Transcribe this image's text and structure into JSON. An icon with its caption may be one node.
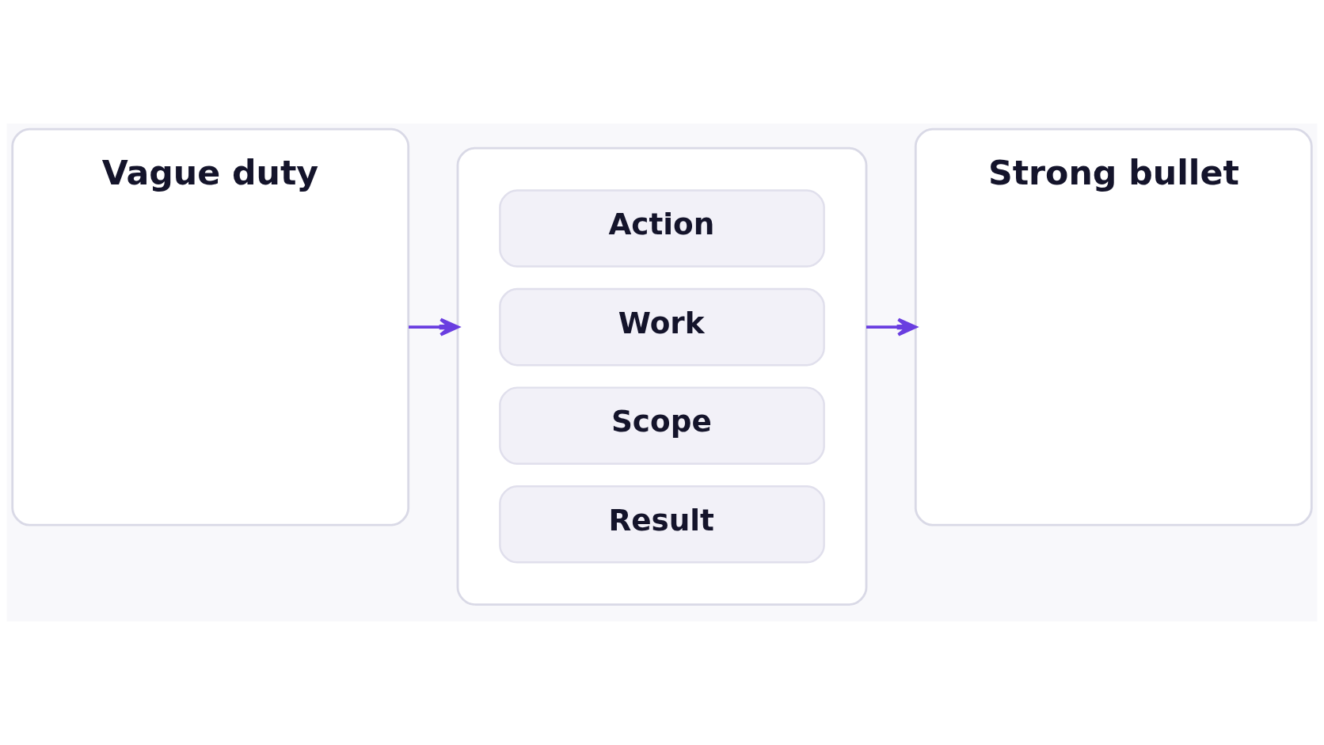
{
  "diagram": {
    "nodes": [
      {
        "text": [
          "Vague duty"
        ]
      },
      {
        "text": [],
        "shape": "box"
      },
      {
        "text": [
          "Action"
        ],
        "in": 1
      },
      {
        "text": [
          "Work"
        ],
        "in": 1
      },
      {
        "text": [
          "Scope"
        ],
        "in": 1
      },
      {
        "text": [
          "Result"
        ],
        "in": 1
      },
      {
        "text": [
          "Strong bullet"
        ]
      }
    ],
    "edges": [
      {
        "from": 0,
        "to": 1,
        "arrow": "to"
      },
      {
        "from": 1,
        "to": 6,
        "arrow": "to"
      }
    ]
  }
}
